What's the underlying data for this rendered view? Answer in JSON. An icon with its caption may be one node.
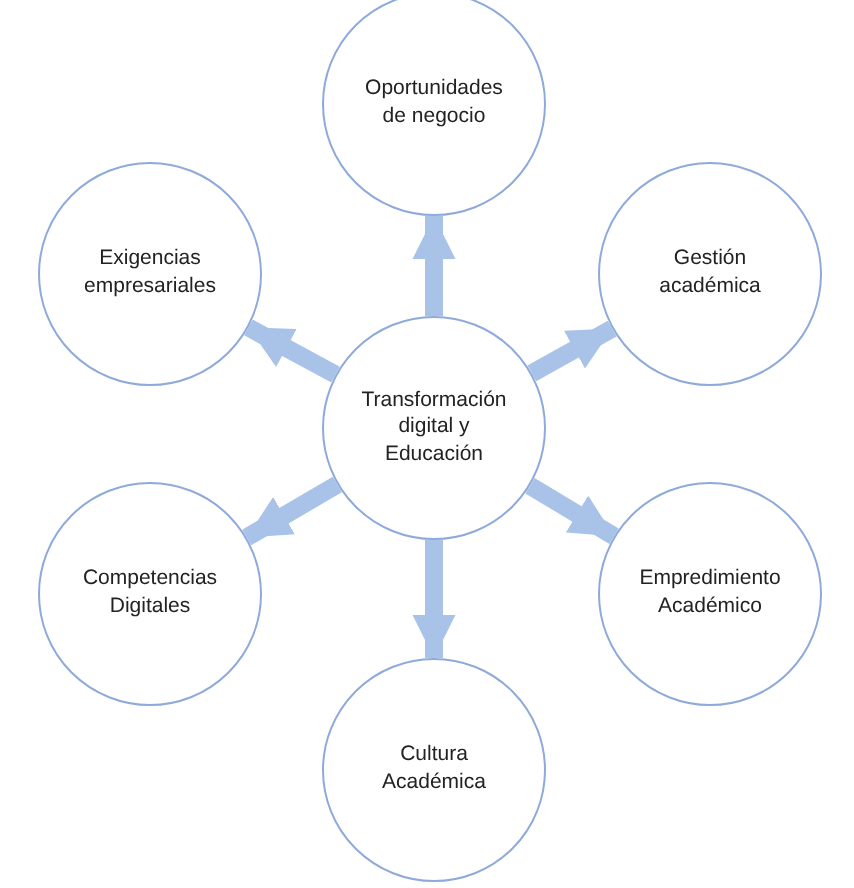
{
  "diagram": {
    "nodes": [
      {
        "text": [
          "Transformación digital y Educación"
        ]
      },
      {
        "text": [
          "Oportunidades de negocio"
        ]
      },
      {
        "text": [
          "Gestión académica"
        ]
      },
      {
        "text": [
          "Empredimiento Académico"
        ]
      },
      {
        "text": [
          "Cultura Académica"
        ]
      },
      {
        "text": [
          "Competencias Digitales"
        ]
      },
      {
        "text": [
          "Exigencias empresariales"
        ]
      }
    ],
    "edges": [
      {
        "from": 0,
        "to": 1,
        "arrow": "to"
      },
      {
        "from": 0,
        "to": 2,
        "arrow": "to"
      },
      {
        "from": 0,
        "to": 3,
        "arrow": "to"
      },
      {
        "from": 0,
        "to": 4,
        "arrow": "to"
      },
      {
        "from": 0,
        "to": 5,
        "arrow": "to"
      },
      {
        "from": 0,
        "to": 6,
        "arrow": "to"
      }
    ]
  }
}
